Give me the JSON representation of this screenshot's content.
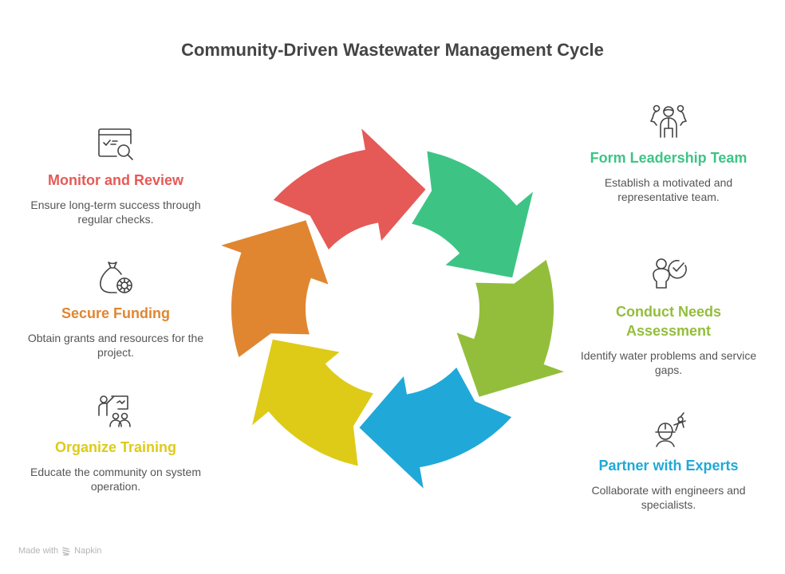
{
  "title": "Community-Driven Wastewater Management Cycle",
  "steps": [
    {
      "id": "form-leadership-team",
      "heading": "Form Leadership Team",
      "description": "Establish a motivated and representative team.",
      "color": "#3DC485",
      "icon": "team-icon"
    },
    {
      "id": "conduct-needs-assessment",
      "heading": "Conduct Needs Assessment",
      "description": "Identify water problems and service gaps.",
      "color": "#93BE3B",
      "icon": "person-check-icon"
    },
    {
      "id": "partner-with-experts",
      "heading": "Partner with Experts",
      "description": "Collaborate with engineers and specialists.",
      "color": "#20A9D8",
      "icon": "engineer-compass-icon"
    },
    {
      "id": "organize-training",
      "heading": "Organize Training",
      "description": "Educate the community on system operation.",
      "color": "#DECB18",
      "icon": "trainer-audience-icon"
    },
    {
      "id": "secure-funding",
      "heading": "Secure Funding",
      "description": "Obtain grants and resources for the project.",
      "color": "#E08631",
      "icon": "money-bag-icon"
    },
    {
      "id": "monitor-and-review",
      "heading": "Monitor and Review",
      "description": "Ensure long-term success through regular checks.",
      "color": "#E55A56",
      "icon": "checklist-search-icon"
    }
  ],
  "footer": {
    "prefix": "Made with",
    "brand": "Napkin"
  }
}
